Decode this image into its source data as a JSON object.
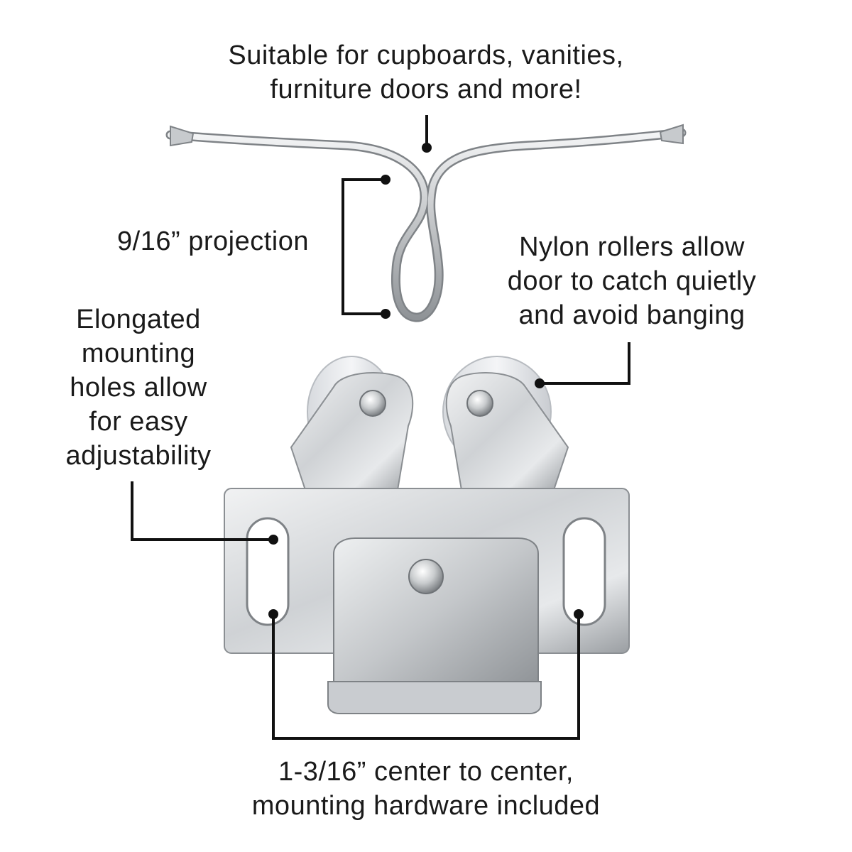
{
  "callouts": {
    "suitable": {
      "lines": [
        "Suitable for cupboards, vanities,",
        "furniture doors and more!"
      ]
    },
    "projection": {
      "lines": [
        "9/16” projection"
      ]
    },
    "rollers": {
      "lines": [
        "Nylon rollers allow",
        "door to catch quietly",
        "and avoid banging"
      ]
    },
    "holes": {
      "lines": [
        "Elongated",
        "mounting",
        "holes allow",
        "for easy",
        "adjustability"
      ]
    },
    "center": {
      "lines": [
        "1-3/16” center to center,",
        "mounting hardware included"
      ]
    }
  },
  "colors": {
    "leader_line": "#111111",
    "metal_light": "#e6e8ea",
    "metal_mid": "#b9bcbf",
    "metal_dark": "#7e8286",
    "roller": "#e9ebee"
  }
}
